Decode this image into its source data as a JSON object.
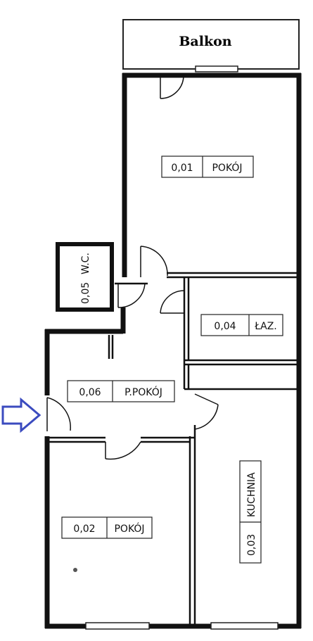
{
  "balcony": {
    "label": "Balkon"
  },
  "rooms": [
    {
      "id": "pokoj-1",
      "number": "0,01",
      "name": "POKÓJ"
    },
    {
      "id": "pokoj-2",
      "number": "0,02",
      "name": "POKÓJ"
    },
    {
      "id": "kuchnia",
      "number": "0,03",
      "name": "KUCHNIA"
    },
    {
      "id": "lazienka",
      "number": "0,04",
      "name": "ŁAZ."
    },
    {
      "id": "wc",
      "number": "0,05",
      "name": "W.C."
    },
    {
      "id": "przedpokoj",
      "number": "0,06",
      "name": "P.POKÓJ"
    }
  ],
  "entrance": {
    "icon": "arrow-right-icon",
    "color": "#3b4bbf"
  },
  "colors": {
    "wall": "#111111",
    "paper": "#ffffff",
    "entrance_arrow": "#3b4bbf"
  }
}
